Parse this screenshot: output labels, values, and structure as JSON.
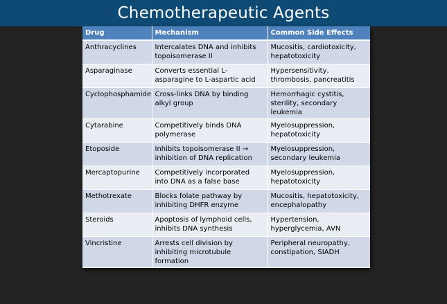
{
  "title": "Chemotherapeutic Agents",
  "table": {
    "headers": [
      "Drug",
      "Mechanism",
      "Common Side Effects"
    ],
    "rows": [
      [
        "Anthracyclines",
        "Intercalates DNA and inhibits topoisomerase II",
        "Mucositis, cardiotoxicity, hepatotoxicity"
      ],
      [
        "Asparaginase",
        "Converts essential L-asparagine to L-aspartic acid",
        "Hypersensitivity, thrombosis, pancreatitis"
      ],
      [
        "Cyclophosphamide",
        "Cross-links DNA by binding alkyl group",
        "Hemorrhagic cystitis, sterility, secondary leukemia"
      ],
      [
        "Cytarabine",
        "Competitively binds DNA polymerase",
        "Myelosuppression, hepatotoxicity"
      ],
      [
        "Etoposide",
        "Inhibits topoisomerase II → inhibition of DNA replication",
        "Myelosuppression, secondary leukemia"
      ],
      [
        "Mercaptopurine",
        "Competitively incorporated into DNA as a false base",
        "Myelosuppression, hepatotoxicity"
      ],
      [
        "Methotrexate",
        "Blocks folate pathway by inhibiting DHFR enzyme",
        "Mucositis, hepatotoxicity, encephalopathy"
      ],
      [
        "Steroids",
        "Apoptosis of lymphoid cells, inhibits DNA synthesis",
        "Hypertension, hyperglycemia, AVN"
      ],
      [
        "Vincristine",
        "Arrests cell division by inhibiting microtubule formation",
        "Peripheral neuropathy, constipation, SIADH"
      ]
    ]
  },
  "colors": {
    "background": "#232323",
    "title_bar": "#0f4a74",
    "header": "#4f81bd",
    "row_odd": "#d0d8e8",
    "row_even": "#e9edf4"
  }
}
